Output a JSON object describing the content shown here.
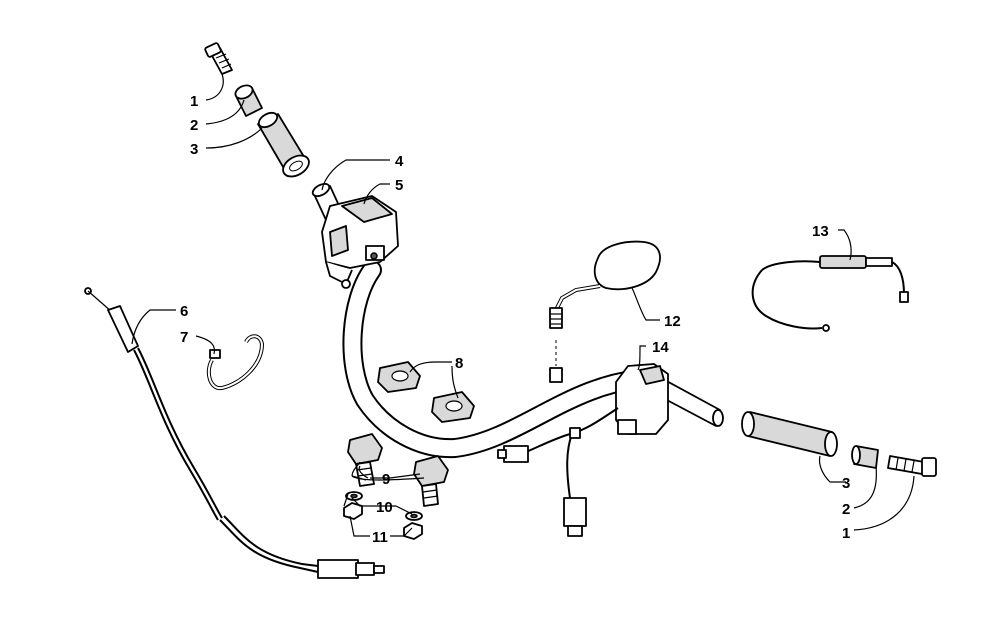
{
  "diagram": {
    "callouts": [
      {
        "id": "c1-left",
        "text": "1"
      },
      {
        "id": "c2-left",
        "text": "2"
      },
      {
        "id": "c3-left",
        "text": "3"
      },
      {
        "id": "c4",
        "text": "4"
      },
      {
        "id": "c5",
        "text": "5"
      },
      {
        "id": "c6",
        "text": "6"
      },
      {
        "id": "c7",
        "text": "7"
      },
      {
        "id": "c8",
        "text": "8"
      },
      {
        "id": "c9",
        "text": "9"
      },
      {
        "id": "c10",
        "text": "10"
      },
      {
        "id": "c11",
        "text": "11"
      },
      {
        "id": "c12",
        "text": "12"
      },
      {
        "id": "c13",
        "text": "13"
      },
      {
        "id": "c14",
        "text": "14"
      },
      {
        "id": "c3-right",
        "text": "3"
      },
      {
        "id": "c2-right",
        "text": "2"
      },
      {
        "id": "c1-right",
        "text": "1"
      }
    ]
  }
}
